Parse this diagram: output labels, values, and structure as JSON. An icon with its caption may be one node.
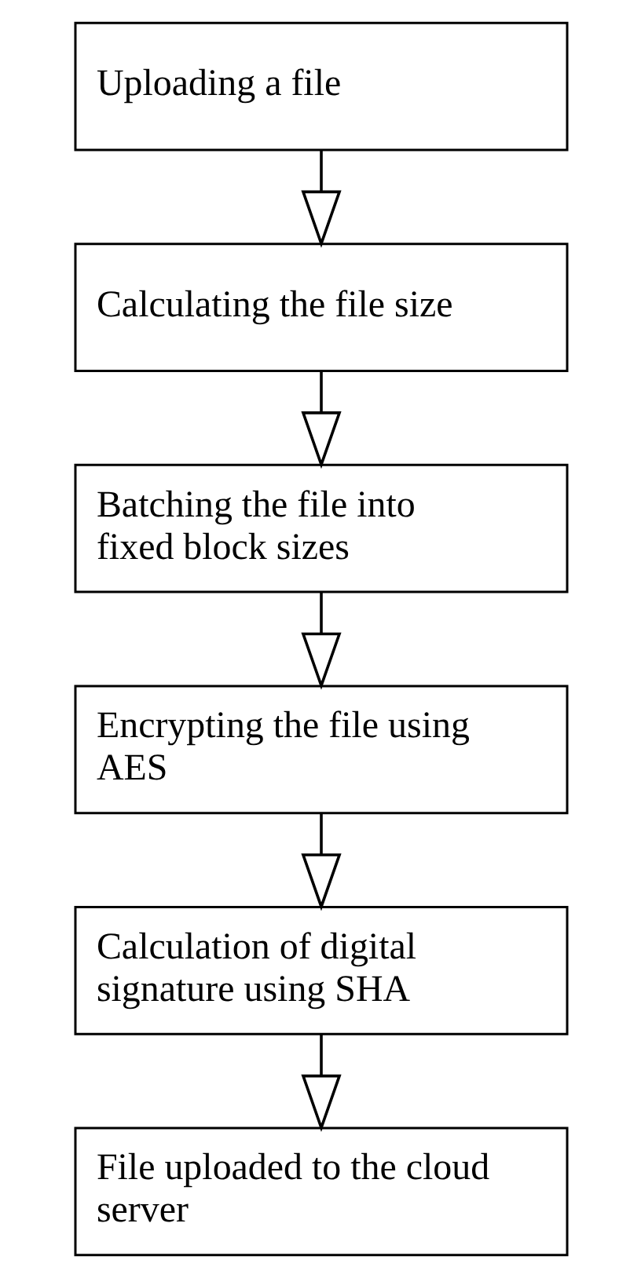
{
  "diagram": {
    "nodes": [
      {
        "text": [
          "Uploading a file"
        ]
      },
      {
        "text": [
          "Calculating the file size"
        ]
      },
      {
        "text": [
          "Batching the file into fixed block sizes"
        ]
      },
      {
        "text": [
          "Encrypting the file using AES"
        ]
      },
      {
        "text": [
          "Calculation of digital signature using SHA"
        ]
      },
      {
        "text": [
          "File uploaded to the cloud server"
        ]
      }
    ],
    "edges": [
      {
        "from": 0,
        "to": 1,
        "arrow": "to"
      },
      {
        "from": 1,
        "to": 2,
        "arrow": "to"
      },
      {
        "from": 2,
        "to": 3,
        "arrow": "to"
      },
      {
        "from": 3,
        "to": 4,
        "arrow": "to"
      },
      {
        "from": 4,
        "to": 5,
        "arrow": "to"
      }
    ]
  }
}
